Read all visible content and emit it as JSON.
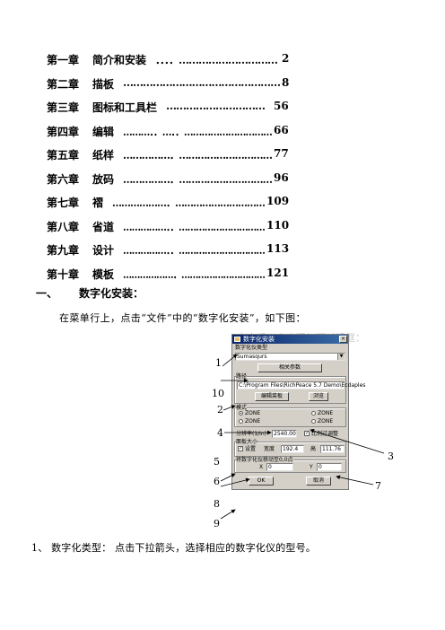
{
  "toc": [
    {
      "chapter": "第一章",
      "title": "简介和安装",
      "leaders": "．．．．…………………………",
      "page": "2"
    },
    {
      "chapter": "第二章",
      "title": "描板",
      "leaders": "…………………………………………",
      "page": "8"
    },
    {
      "chapter": "第三章",
      "title": "图标和工具栏",
      "leaders": "…………………………",
      "page": "56"
    },
    {
      "chapter": "第四章",
      "title": "编辑",
      "leaders": "………．．…．．…………………………",
      "page": "66"
    },
    {
      "chapter": "第五章",
      "title": "纸样",
      "leaders": "……………．…………………………",
      "page": "77"
    },
    {
      "chapter": "第六章",
      "title": "放码",
      "leaders": "……………．…………………………",
      "page": "96"
    },
    {
      "chapter": "第七章",
      "title": "褶",
      "leaders": "………………．…………………………",
      "page": "109"
    },
    {
      "chapter": "第八章",
      "title": "省道",
      "leaders": "……………．．…………………………",
      "page": "110"
    },
    {
      "chapter": "第九章",
      "title": "设计",
      "leaders": "……………．．…………………………",
      "page": "113"
    },
    {
      "chapter": "第十章",
      "title": "模板",
      "leaders": "………………．…………………………",
      "page": "121"
    }
  ],
  "section": {
    "number": "一、",
    "title": "数字化安装："
  },
  "paragraph": "在菜单行上，点击“文件”中的“数字化安装”，如下图：",
  "background_text": "点击后，会出现如下对话框：",
  "dialog": {
    "title": "数字化安装",
    "type_group": "数字化仪类型",
    "type_value": "Sumasqurs",
    "params_button": "相关参数",
    "path_group": "路径",
    "path_value": "C:\\Program Files\\RichPeace 5.7 Demo\\Ecdaples",
    "edit_button": "编辑菜板",
    "browse_button": "浏览",
    "mode_group": "模式",
    "radios": [
      {
        "label": "ZONE",
        "on": true
      },
      {
        "label": "ZONE",
        "on": false
      },
      {
        "label": "ZONE",
        "on": false
      },
      {
        "label": "ZONE",
        "on": false
      }
    ],
    "resolution_label": "分辨率(1/in)",
    "resolution_value": "2540.00",
    "check_label": "比例过调整",
    "size_group": "面板大小",
    "size_check": "设置",
    "width_label": "宽度",
    "width_value": "192.4",
    "height_label": "高",
    "height_value": "111.76",
    "origin_group": "将数字化仪移动至0,0点",
    "x_label": "X",
    "x_value": "0",
    "y_label": "Y",
    "y_value": "0",
    "ok_button": "OK",
    "cancel_button": "取消"
  },
  "callouts": [
    "1",
    "10",
    "2",
    "4",
    "5",
    "6",
    "8",
    "9",
    "3",
    "7"
  ],
  "note": "1、 数字化类型： 点击下拉箭头，选择相应的数字化仪的型号。"
}
